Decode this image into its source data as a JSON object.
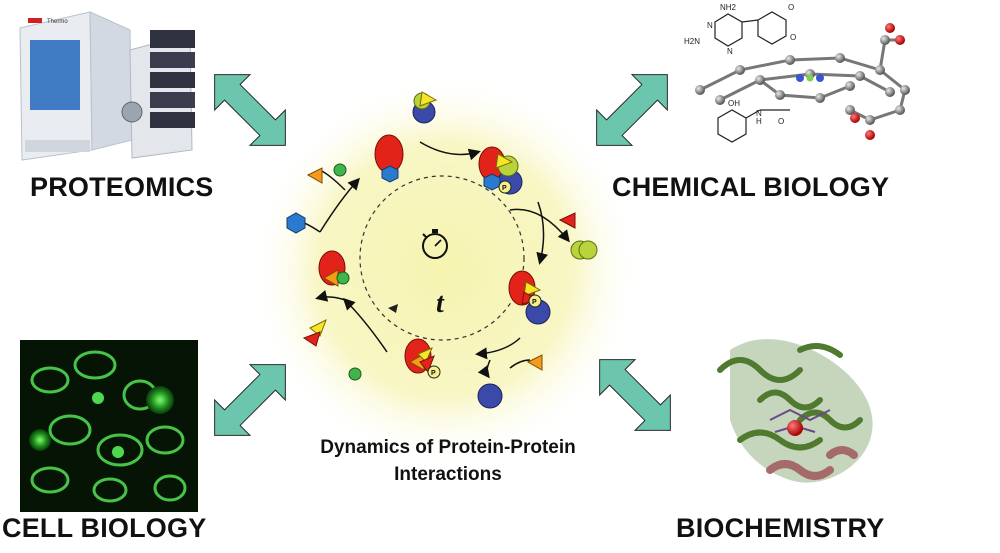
{
  "fields": {
    "proteomics": "PROTEOMICS",
    "chemical_biology": "CHEMICAL BIOLOGY",
    "cell_biology": "CELL BIOLOGY",
    "biochemistry": "BIOCHEMISTRY"
  },
  "center": {
    "caption_line1": "Dynamics of Protein-Protein",
    "caption_line2": "Interactions",
    "time_symbol": "t",
    "phospho_label": "P"
  },
  "instrument_logo_text": "Thermo",
  "molecule_labels": {
    "nh2_top": "NH2",
    "h2n_left": "H2N",
    "n1": "N",
    "n2": "N",
    "ome1": "O",
    "ome2": "O",
    "oh": "OH",
    "nh": "H",
    "n3": "N",
    "o_amide": "O"
  },
  "colors": {
    "arrow_fill": "#6cc6ad",
    "glow_center": "#f5f3a6",
    "protein_red": "#e2231a",
    "ligand_blue": "#3b4aa8",
    "hexagon_blue": "#2a7bd0",
    "ligand_green": "#3fb54a",
    "triangle_orange": "#f59a1b",
    "triangle_yellow": "#f5e62a"
  }
}
